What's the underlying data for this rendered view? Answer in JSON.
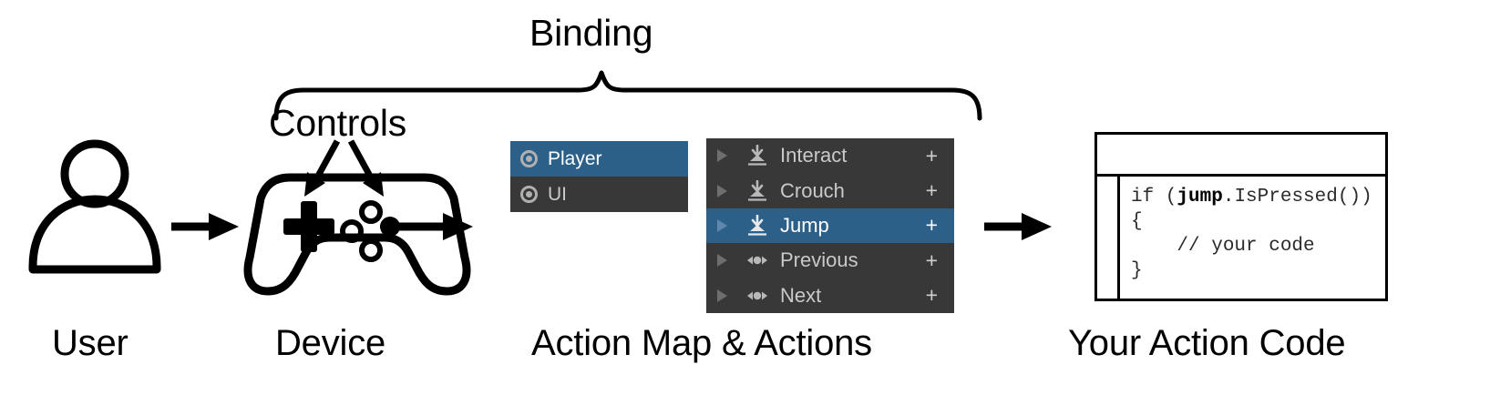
{
  "diagram": {
    "title_annotations": {
      "binding": "Binding",
      "controls": "Controls"
    },
    "captions": [
      {
        "id": "user",
        "text": "User"
      },
      {
        "id": "device",
        "text": "Device"
      },
      {
        "id": "action-map-and-actions",
        "text": "Action Map & Actions"
      },
      {
        "id": "your-action-code",
        "text": "Your Action Code"
      }
    ],
    "icons": {
      "user": "user-person-icon",
      "device": "gamepad-controller-icon",
      "flow_arrow": "right-arrow-icon",
      "brace": "curly-brace-icon"
    }
  },
  "action_map_panel": {
    "name": "action-maps-list",
    "rows": [
      {
        "label": "Player",
        "selected": true,
        "icon": "bullseye-icon"
      },
      {
        "label": "UI",
        "selected": false,
        "icon": "bullseye-icon"
      }
    ]
  },
  "actions_panel": {
    "name": "actions-list",
    "add_binding_label": "+",
    "rows": [
      {
        "label": "Interact",
        "selected": false,
        "icon": "button-press-icon",
        "foldout": "▶"
      },
      {
        "label": "Crouch",
        "selected": false,
        "icon": "button-press-icon",
        "foldout": "▶"
      },
      {
        "label": "Jump",
        "selected": true,
        "icon": "button-press-icon",
        "foldout": "▶"
      },
      {
        "label": "Previous",
        "selected": false,
        "icon": "axis-1d-icon",
        "foldout": "▶"
      },
      {
        "label": "Next",
        "selected": false,
        "icon": "axis-1d-icon",
        "foldout": "▶"
      }
    ]
  },
  "code_window": {
    "name": "code-editor-window",
    "title": "",
    "lines": [
      {
        "prefix": "if (",
        "bold": "jump",
        "suffix": ".IsPressed())"
      },
      {
        "prefix": "{",
        "bold": "",
        "suffix": ""
      },
      {
        "prefix": "    // your code",
        "bold": "",
        "suffix": ""
      },
      {
        "prefix": "}",
        "bold": "",
        "suffix": ""
      }
    ]
  },
  "colors": {
    "selection_blue": "#2D6089",
    "panel_dark": "#383838",
    "text_grey": "#C9C9C9",
    "ink": "#000000",
    "background": "#FFFFFF"
  }
}
